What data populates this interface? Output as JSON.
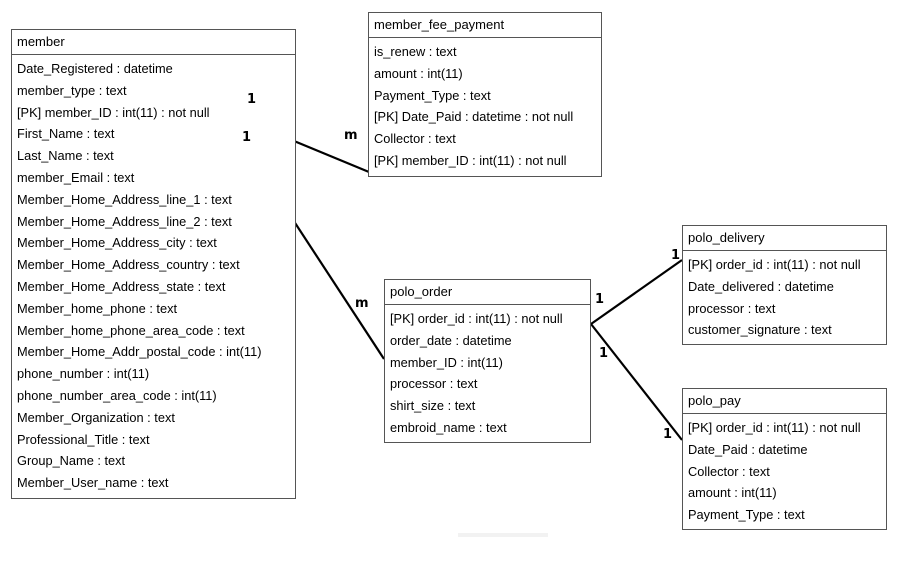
{
  "entities": {
    "member": {
      "title": "member",
      "fields": [
        "Date_Registered : datetime",
        "member_type : text",
        "[PK] member_ID : int(11) : not null",
        "First_Name : text",
        "Last_Name : text",
        "member_Email : text",
        "Member_Home_Address_line_1 : text",
        "Member_Home_Address_line_2 : text",
        "Member_Home_Address_city : text",
        "Member_Home_Address_country : text",
        "Member_Home_Address_state : text",
        "Member_home_phone : text",
        "Member_home_phone_area_code : text",
        "Member_Home_Addr_postal_code : int(11)",
        "phone_number : int(11)",
        "phone_number_area_code : int(11)",
        "Member_Organization : text",
        "Professional_Title : text",
        "Group_Name : text",
        "Member_User_name : text"
      ]
    },
    "member_fee_payment": {
      "title": "member_fee_payment",
      "fields": [
        "is_renew : text",
        "amount : int(11)",
        "Payment_Type : text",
        "[PK] Date_Paid : datetime : not null",
        "Collector : text",
        "[PK] member_ID : int(11) : not null"
      ]
    },
    "polo_order": {
      "title": "polo_order",
      "fields": [
        "[PK] order_id : int(11) : not null",
        "order_date : datetime",
        "member_ID : int(11)",
        "processor : text",
        "shirt_size : text",
        "embroid_name : text"
      ]
    },
    "polo_delivery": {
      "title": "polo_delivery",
      "fields": [
        "[PK] order_id : int(11) : not null",
        "Date_delivered : datetime",
        "processor : text",
        "customer_signature : text"
      ]
    },
    "polo_pay": {
      "title": "polo_pay",
      "fields": [
        "[PK] order_id : int(11) : not null",
        "Date_Paid : datetime",
        "Collector : text",
        "amount : int(11)",
        "Payment_Type : text"
      ]
    }
  },
  "cardinalities": {
    "member_fee_one": "1",
    "member_fee_many": "m",
    "member_order_one": "1",
    "member_order_many": "m",
    "order_delivery_one_a": "1",
    "order_delivery_one_b": "1",
    "order_pay_one_a": "1",
    "order_pay_one_b": "1"
  }
}
